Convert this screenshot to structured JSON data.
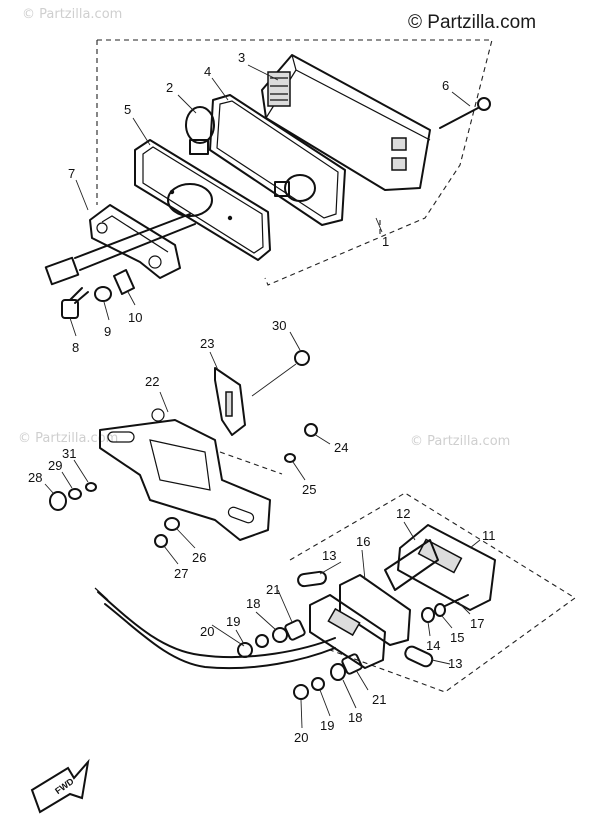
{
  "watermarks": {
    "main": "© Partzilla.com",
    "faint_1": "© Partzilla.com",
    "faint_2": "© Partzilla.com",
    "faint_3": "© Partzilla.com"
  },
  "forward_arrow_label": "FWD",
  "callouts": {
    "c1": "1",
    "c2": "2",
    "c3": "3",
    "c4": "4",
    "c5": "5",
    "c6": "6",
    "c7": "7",
    "c8": "8",
    "c9": "9",
    "c10": "10",
    "c11": "11",
    "c12": "12",
    "c13a": "13",
    "c13b": "13",
    "c14": "14",
    "c15": "15",
    "c16": "16",
    "c17": "17",
    "c18a": "18",
    "c18b": "18",
    "c19a": "19",
    "c19b": "19",
    "c20a": "20",
    "c20b": "20",
    "c21a": "21",
    "c21b": "21",
    "c22": "22",
    "c23": "23",
    "c24": "24",
    "c25": "25",
    "c26": "26",
    "c27": "27",
    "c28": "28",
    "c29": "29",
    "c30": "30",
    "c31": "31"
  }
}
